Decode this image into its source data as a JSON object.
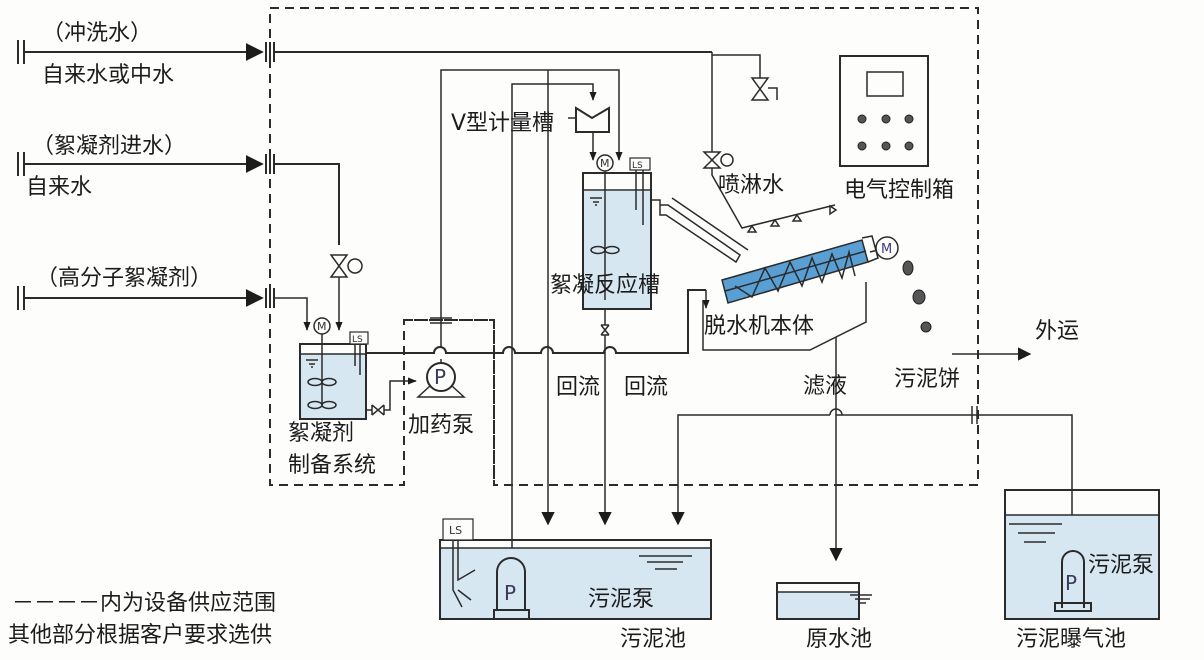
{
  "diagram": {
    "title": "叠螺式污泥脱水机工艺流程图",
    "inlets": [
      {
        "name": "wash-water",
        "top_label": "（冲洗水）",
        "bottom_label": "自来水或中水"
      },
      {
        "name": "flocculant-water",
        "top_label": "（絮凝剂进水）",
        "bottom_label": "自来水"
      },
      {
        "name": "polymer",
        "top_label": "（高分子絮凝剂）"
      }
    ],
    "components": {
      "prep_system": {
        "line1": "絮凝剂",
        "line2": "制备系统",
        "motor": "M",
        "level_switch": "LS"
      },
      "dosing_pump": {
        "label": "加药泵",
        "symbol": "P"
      },
      "v_tank": {
        "label": "V型计量槽"
      },
      "reaction_tank": {
        "label": "絮凝反应槽",
        "motor": "M",
        "level_switch": "LS"
      },
      "spray": {
        "label": "喷淋水"
      },
      "control_box": {
        "label": "电气控制箱",
        "knob_count": 6
      },
      "dewater": {
        "label": "脱水机本体",
        "motor": "M"
      },
      "sludge_cake": {
        "label": "污泥饼",
        "out_label": "外运"
      },
      "filtrate": {
        "label": "滤液"
      },
      "reflux": [
        "回流",
        "回流"
      ],
      "sludge_tank": {
        "label": "污泥池",
        "pump_label": "污泥泵",
        "pump_symbol": "P",
        "level_switch": "LS"
      },
      "raw_tank": {
        "label": "原水池"
      },
      "aeration_tank": {
        "label": "污泥曝气池",
        "pump_label": "污泥泵",
        "pump_symbol": "P"
      }
    },
    "legend": {
      "line1": "－－－－内为设备供应范围",
      "line2": "其他部分根据客户要求选供"
    }
  }
}
